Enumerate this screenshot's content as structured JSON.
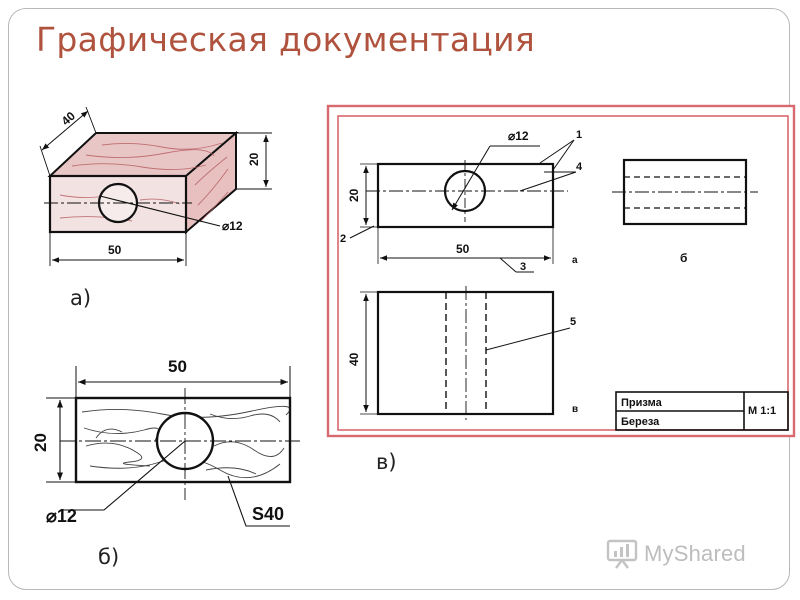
{
  "slide": {
    "title": "Графическая документация",
    "watermark_brand": "MyShared",
    "watermark_icon": "presentation-screen-icon"
  },
  "figure_a": {
    "caption": "а)",
    "dim_depth": "40",
    "dim_height": "20",
    "dim_width": "50",
    "hole": "⌀12"
  },
  "figure_b": {
    "caption": "б)",
    "dim_width": "50",
    "dim_height": "20",
    "hole": "⌀12",
    "thickness": "S40"
  },
  "figure_v": {
    "caption": "в)",
    "hole": "⌀12",
    "dim_height": "20",
    "dim_width": "50",
    "dim_depth": "40",
    "callouts": [
      "1",
      "2",
      "3",
      "4",
      "5"
    ],
    "view_labels": [
      "а",
      "б",
      "в"
    ],
    "title_block": {
      "name": "Призма",
      "material": "Береза",
      "scale": "М 1:1"
    }
  },
  "colors": {
    "title": "#b0533e",
    "sheet_border": "#d8696e",
    "wood_tint": "#c9757a",
    "ink": "#111111"
  }
}
